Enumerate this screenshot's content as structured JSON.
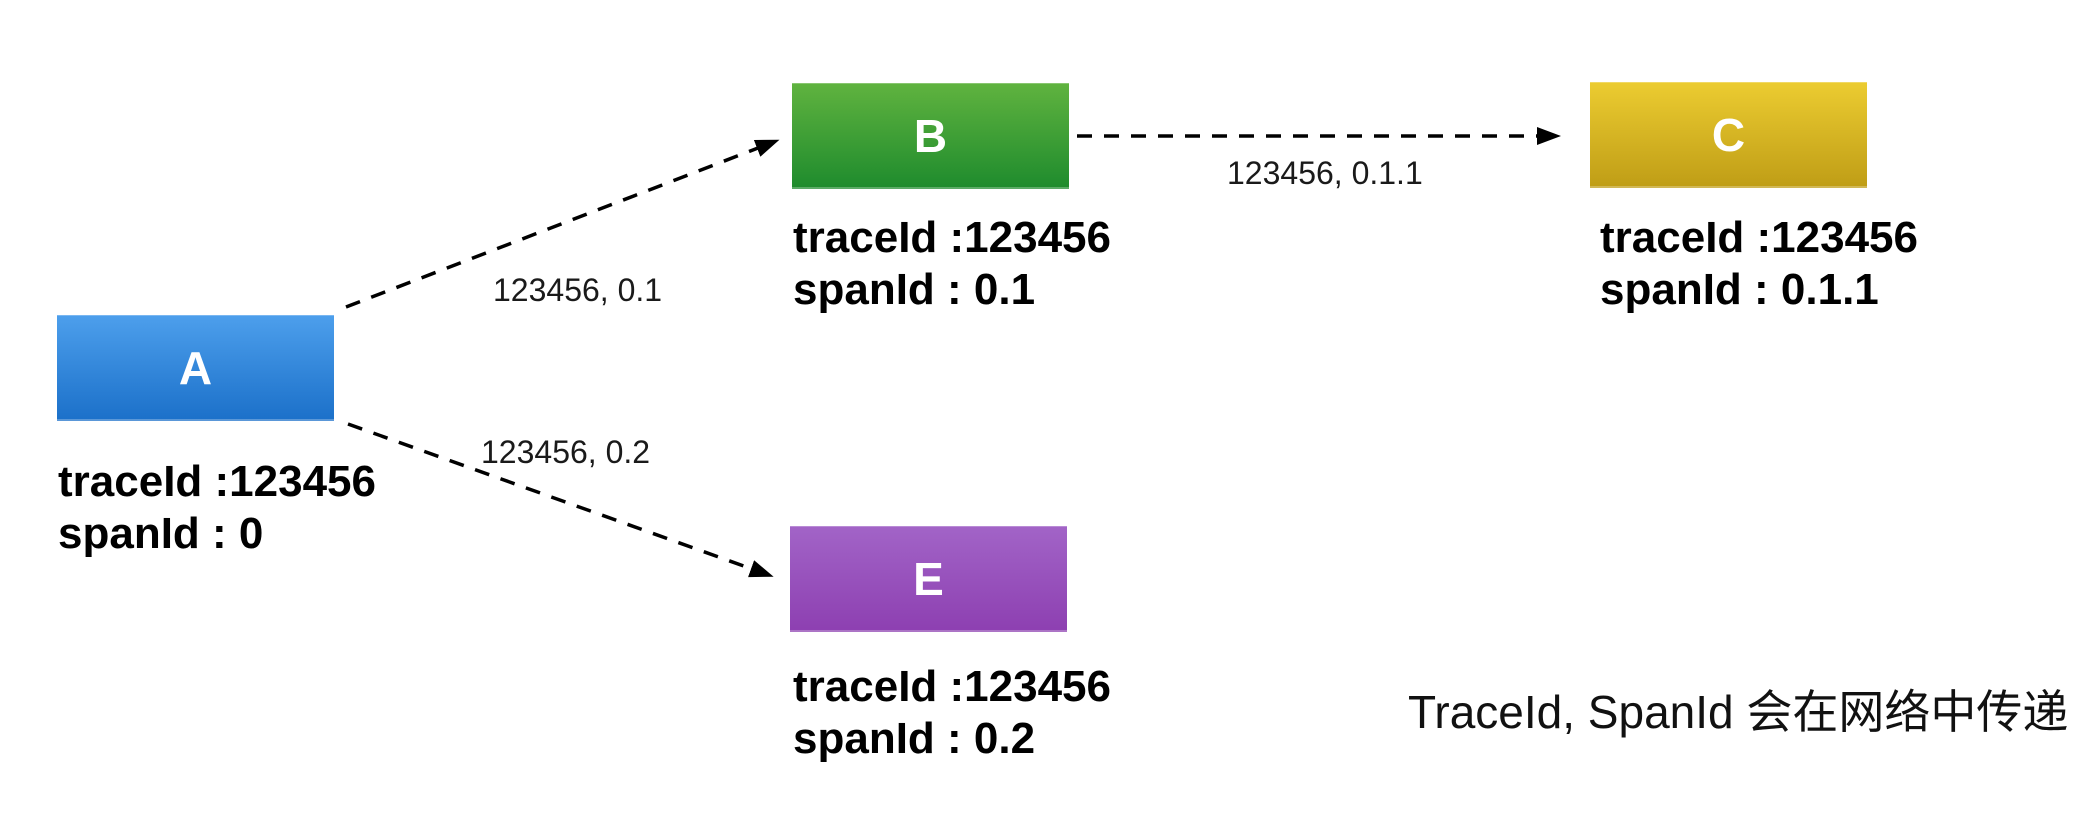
{
  "diagram": {
    "caption": "TraceId, SpanId 会在网络中传递",
    "nodes": [
      {
        "id": "A",
        "label": "A",
        "trace_id_line": "traceId :123456",
        "span_id_line": "spanId : 0",
        "color_top": "#4d9fec",
        "color_bottom": "#1b70c9"
      },
      {
        "id": "B",
        "label": "B",
        "trace_id_line": "traceId :123456",
        "span_id_line": "spanId : 0.1",
        "color_top": "#60b33f",
        "color_bottom": "#1e8b2d"
      },
      {
        "id": "C",
        "label": "C",
        "trace_id_line": "traceId :123456",
        "span_id_line": "spanId : 0.1.1",
        "color_top": "#eccc31",
        "color_bottom": "#bf9d16"
      },
      {
        "id": "E",
        "label": "E",
        "trace_id_line": "traceId :123456",
        "span_id_line": "spanId : 0.2",
        "color_top": "#a264c7",
        "color_bottom": "#8d3fb1"
      }
    ],
    "edges": [
      {
        "from": "A",
        "to": "B",
        "label": "123456, 0.1"
      },
      {
        "from": "A",
        "to": "E",
        "label": "123456, 0.2"
      },
      {
        "from": "B",
        "to": "C",
        "label": "123456, 0.1.1"
      }
    ],
    "arrow_color": "#000000"
  }
}
